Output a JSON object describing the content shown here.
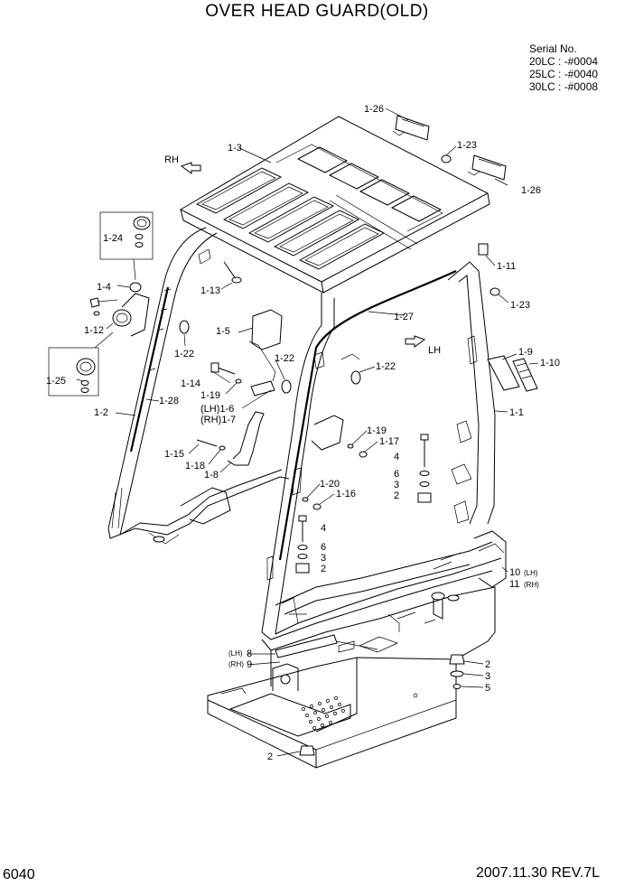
{
  "title": "OVER HEAD GUARD(OLD)",
  "serial": {
    "heading": "Serial No.",
    "lines": [
      "20LC : -#0004",
      "25LC : -#0040",
      "30LC : -#0008"
    ]
  },
  "footer": {
    "page_number": "6040",
    "date_revision": "2007.11.30  REV.7L"
  },
  "direction_labels": {
    "rh": "RH",
    "lh": "LH"
  },
  "callouts": {
    "p1_26a": "1-26",
    "p1_26b": "1-26",
    "p1_23a": "1-23",
    "p1_23b": "1-23",
    "p1_3": "1-3",
    "p1_24": "1-24",
    "p1_11": "1-11",
    "p1_4": "1-4",
    "p1_13": "1-13",
    "p1_12": "1-12",
    "p1_22a": "1-22",
    "p1_22b": "1-22",
    "p1_22c": "1-22",
    "p1_5": "1-5",
    "p1_27": "1-27",
    "p1_25": "1-25",
    "p1_9": "1-9",
    "p1_10": "1-10",
    "p1_14": "1-14",
    "p1_19a": "1-19",
    "p1_28": "1-28",
    "p1_6": "(LH)1-6",
    "p1_7": "(RH)1-7",
    "p1_2": "1-2",
    "p1_1": "1-1",
    "p1_19b": "1-19",
    "p1_17": "1-17",
    "p1_15": "1-15",
    "p1_18": "1-18",
    "p1_8": "1-8",
    "p1_20": "1-20",
    "p1_16": "1-16",
    "p4a": "4",
    "p6a": "6",
    "p3a": "3",
    "p2a": "2",
    "p4b": "4",
    "p6b": "6",
    "p3b": "3",
    "p2b": "2",
    "p10": "10",
    "p10s": "(LH)",
    "p11": "11",
    "p11s": "(RH)",
    "p8s": "(LH)",
    "p8": "8",
    "p9s": "(RH)",
    "p9": "9",
    "p2c": "2",
    "p3c": "3",
    "p5": "5",
    "p2d": "2"
  }
}
